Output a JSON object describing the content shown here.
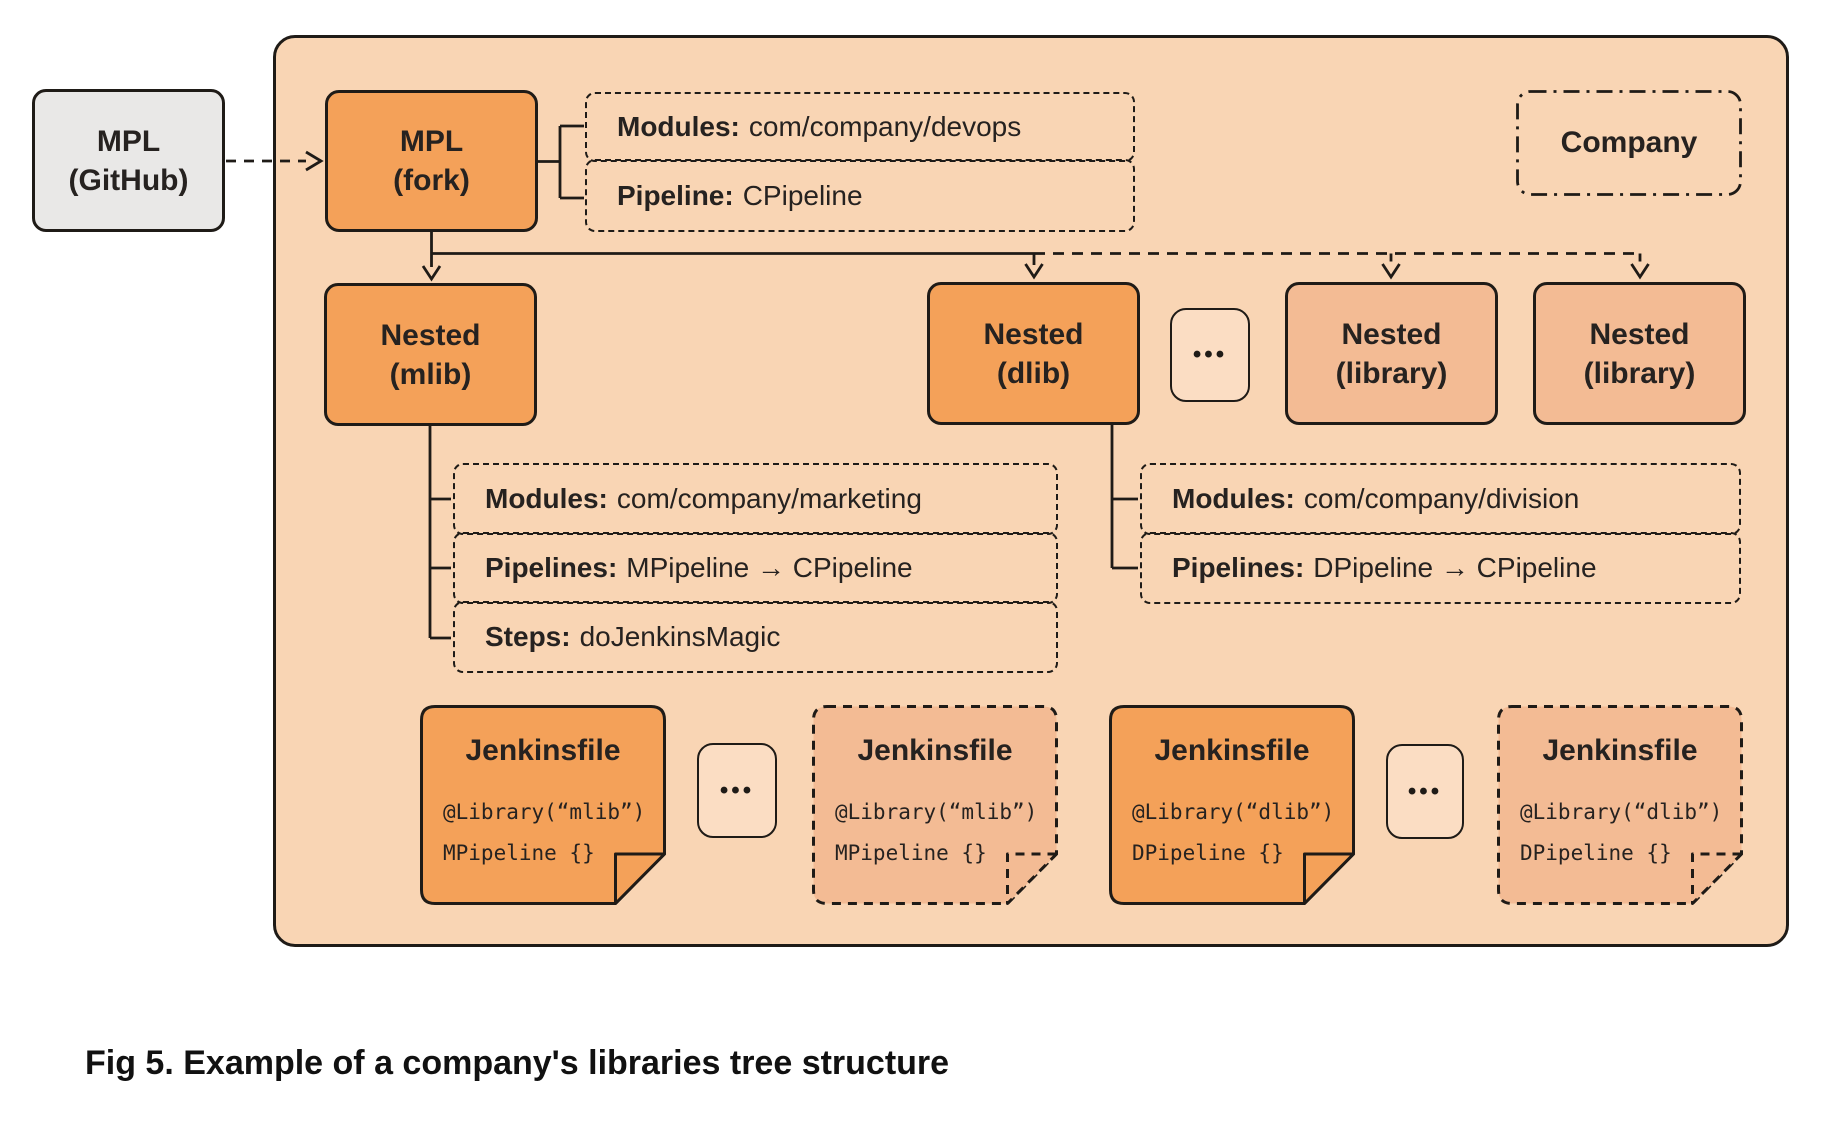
{
  "colors": {
    "page_bg": "#FFFFFF",
    "container_fill": "#F9D5B4",
    "node_orange": "#F4A159",
    "node_salmon": "#F3BB94",
    "github_gray": "#E9E8E7",
    "line_stroke": "#1F1B17"
  },
  "nodes": {
    "github": {
      "line1": "MPL",
      "line2": "(GitHub)"
    },
    "fork": {
      "line1": "MPL",
      "line2": "(fork)"
    },
    "company": {
      "label": "Company"
    },
    "mlib": {
      "line1": "Nested",
      "line2": "(mlib)"
    },
    "dlib": {
      "line1": "Nested",
      "line2": "(dlib)"
    },
    "library1": {
      "line1": "Nested",
      "line2": "(library)"
    },
    "library2": {
      "line1": "Nested",
      "line2": "(library)"
    }
  },
  "ellipsis": {
    "dots": "•••"
  },
  "details": {
    "fork": [
      {
        "label": "Modules:",
        "value": "com/company/devops"
      },
      {
        "label": "Pipeline:",
        "value": "CPipeline"
      }
    ],
    "mlib": [
      {
        "label": "Modules:",
        "value": "com/company/marketing"
      },
      {
        "label": "Pipelines:",
        "value": "MPipeline → CPipeline"
      },
      {
        "label": "Steps:",
        "value": "doJenkinsMagic"
      }
    ],
    "dlib": [
      {
        "label": "Modules:",
        "value": "com/company/division"
      },
      {
        "label": "Pipelines:",
        "value": "DPipeline → CPipeline"
      }
    ]
  },
  "jenkinsfiles": [
    {
      "title": "Jenkinsfile",
      "code_line1": "@Library(“mlib”)",
      "code_line2": "MPipeline {}",
      "variant": "solid"
    },
    {
      "title": "Jenkinsfile",
      "code_line1": "@Library(“mlib”)",
      "code_line2": "MPipeline {}",
      "variant": "dashed"
    },
    {
      "title": "Jenkinsfile",
      "code_line1": "@Library(“dlib”)",
      "code_line2": "DPipeline {}",
      "variant": "solid"
    },
    {
      "title": "Jenkinsfile",
      "code_line1": "@Library(“dlib”)",
      "code_line2": "DPipeline {}",
      "variant": "dashed"
    }
  ],
  "caption": "Fig 5. Example of a company's libraries tree structure"
}
